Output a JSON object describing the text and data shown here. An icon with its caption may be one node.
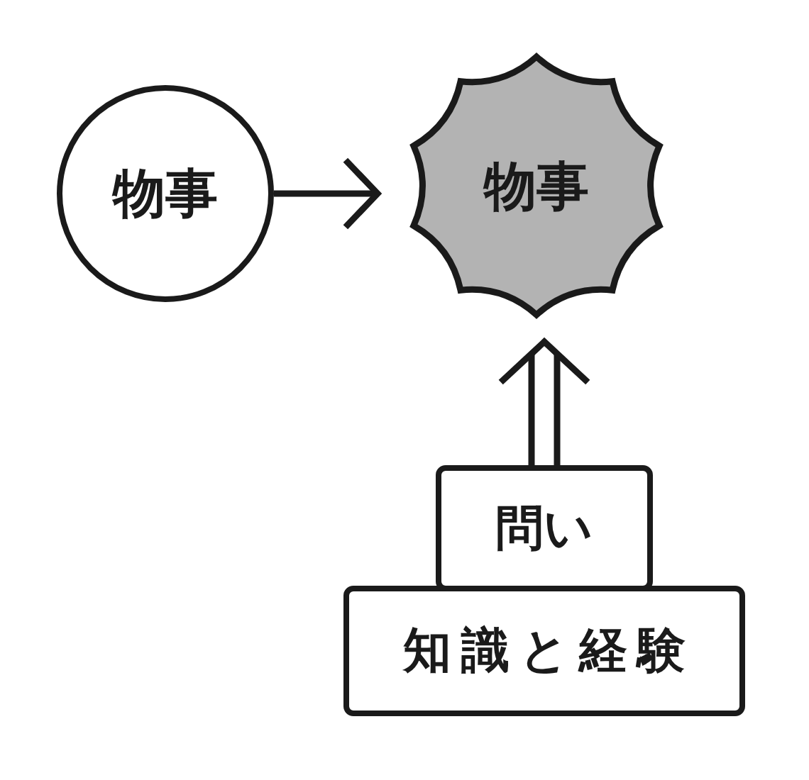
{
  "diagram": {
    "nodes": [
      {
        "text": [
          "物事"
        ]
      },
      {
        "text": [
          "物事"
        ]
      },
      {
        "text": [
          "問い"
        ]
      },
      {
        "text": [
          "知識と経験"
        ]
      }
    ],
    "edges": [
      {
        "from": 0,
        "to": 1,
        "arrow": "to"
      },
      {
        "from": 2,
        "to": 1,
        "arrow": "to"
      }
    ]
  }
}
